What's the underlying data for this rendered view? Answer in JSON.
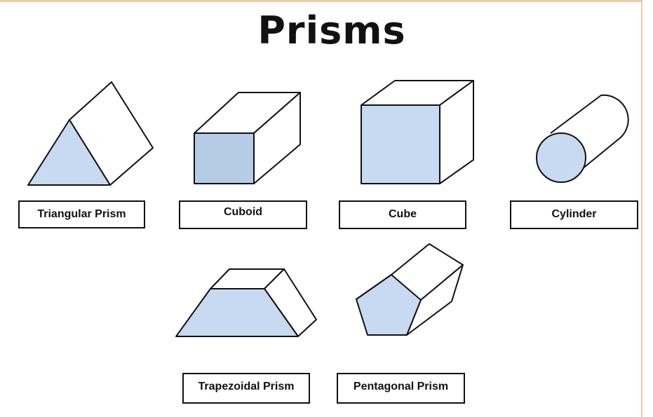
{
  "title": "Prisms",
  "colors": {
    "fill": "#c8daf1",
    "fill_dark": "#b6cbe5",
    "stroke": "#111111",
    "accent_border": "#f2c9a4"
  },
  "shapes": [
    {
      "label": "Triangular Prism"
    },
    {
      "label": "Cuboid"
    },
    {
      "label": "Cube"
    },
    {
      "label": "Cylinder"
    },
    {
      "label": "Trapezoidal Prism"
    },
    {
      "label": "Pentagonal Prism"
    }
  ]
}
